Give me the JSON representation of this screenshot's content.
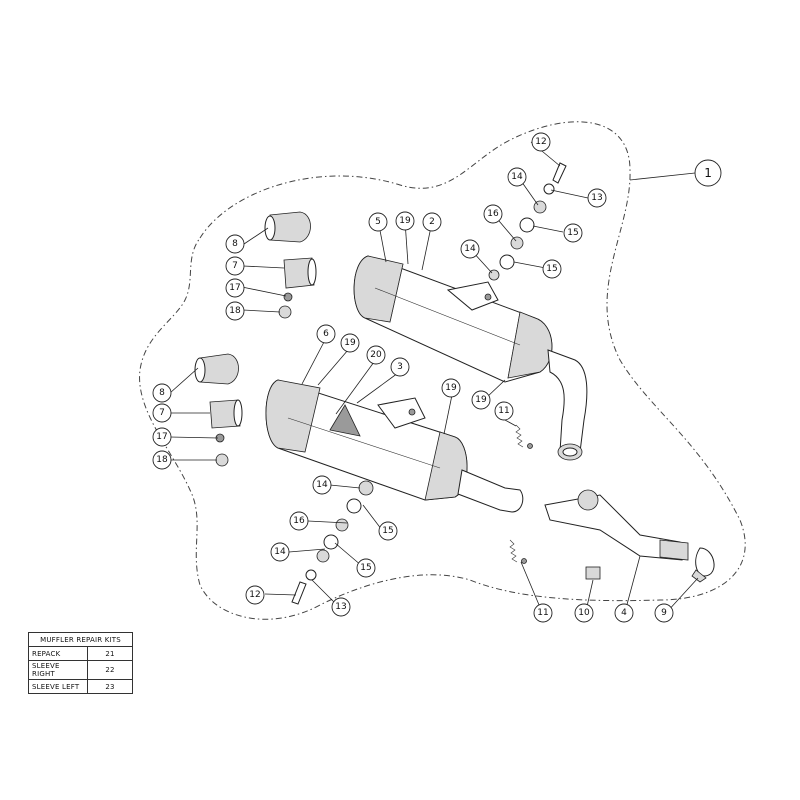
{
  "assembly": {
    "callout": "1"
  },
  "callouts": {
    "c2": "2",
    "c3": "3",
    "c4": "4",
    "c5": "5",
    "c6": "6",
    "c7": "7",
    "c8": "8",
    "c9": "9",
    "c10": "10",
    "c11": "11",
    "c12": "12",
    "c13": "13",
    "c14": "14",
    "c15": "15",
    "c16": "16",
    "c17": "17",
    "c18": "18",
    "c19": "19",
    "c20": "20"
  },
  "kit_table": {
    "title": "MUFFLER REPAIR KITS",
    "rows": [
      {
        "label": "REPACK",
        "number": "21"
      },
      {
        "label": "SLEEVE RIGHT",
        "number": "22"
      },
      {
        "label": "SLEEVE LEFT",
        "number": "23"
      }
    ]
  }
}
